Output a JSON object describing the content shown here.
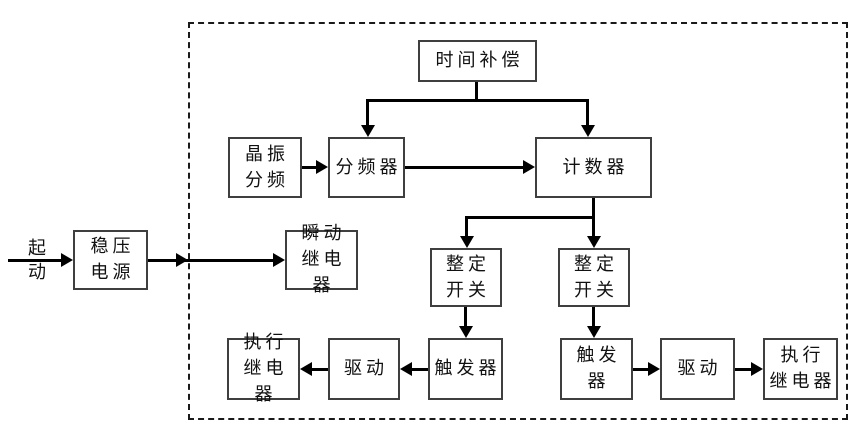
{
  "diagram": {
    "background": "#ffffff",
    "line_color": "#000000",
    "box_border_color": "#3f3f3f",
    "start_label": "起\n动",
    "nodes": {
      "time_compensation": {
        "label": "时间补偿"
      },
      "crystal_divider": {
        "label": "晶振\n分频"
      },
      "frequency_divider": {
        "label": "分频器"
      },
      "counter": {
        "label": "计数器"
      },
      "regulated_power_supply": {
        "label": "稳压\n电源"
      },
      "instant_relay": {
        "label": "瞬动\n继电器"
      },
      "setting_switch_left": {
        "label": "整定\n开关"
      },
      "setting_switch_right": {
        "label": "整定\n开关"
      },
      "trigger_left": {
        "label": "触发器"
      },
      "trigger_right": {
        "label": "触发器"
      },
      "drive_left": {
        "label": "驱动"
      },
      "drive_right": {
        "label": "驱动"
      },
      "execution_relay_left": {
        "label": "执行\n继电器"
      },
      "execution_relay_right": {
        "label": "执行\n继电器"
      }
    }
  }
}
